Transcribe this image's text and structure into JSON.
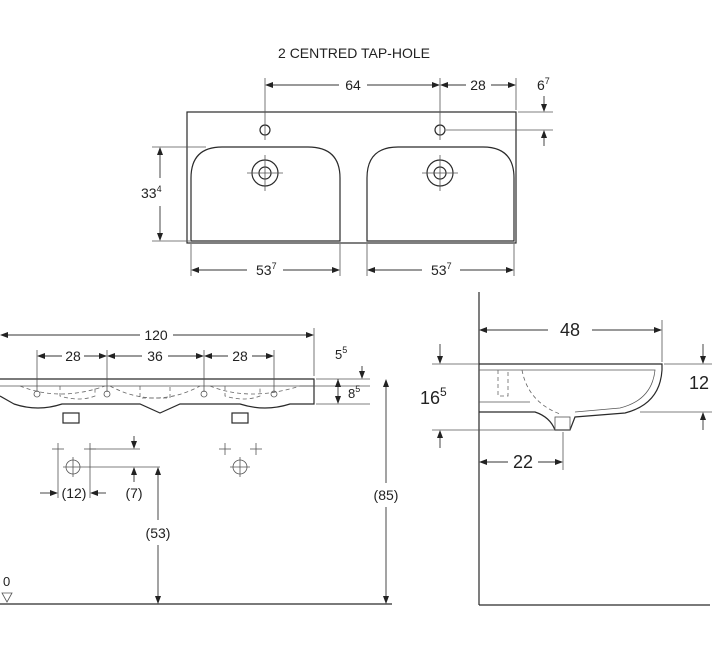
{
  "title": "2 CENTRED TAP-HOLE",
  "top_view": {
    "dim_tap_spacing": "64",
    "dim_tap_edge": "28",
    "dim_tap_back": "6",
    "dim_tap_back_sup": "7",
    "dim_depth": "33",
    "dim_depth_sup": "4",
    "dim_bowl_left": "53",
    "dim_bowl_left_sup": "7",
    "dim_bowl_right": "53",
    "dim_bowl_right_sup": "7"
  },
  "front_view": {
    "dim_width": "120",
    "dim_a": "28",
    "dim_b": "36",
    "dim_c": "28",
    "dim_rim": "5",
    "dim_rim_sup": "5",
    "dim_height": "8",
    "dim_height_sup": "5",
    "dim_waste_spacing": "(12)",
    "dim_waste_drop": "(7)",
    "dim_waste_height": "(53)",
    "dim_total_height": "(85)",
    "floor_label": "0"
  },
  "side_view": {
    "dim_depth": "48",
    "dim_height": "16",
    "dim_height_sup": "5",
    "dim_rim": "12",
    "dim_waste": "22"
  }
}
